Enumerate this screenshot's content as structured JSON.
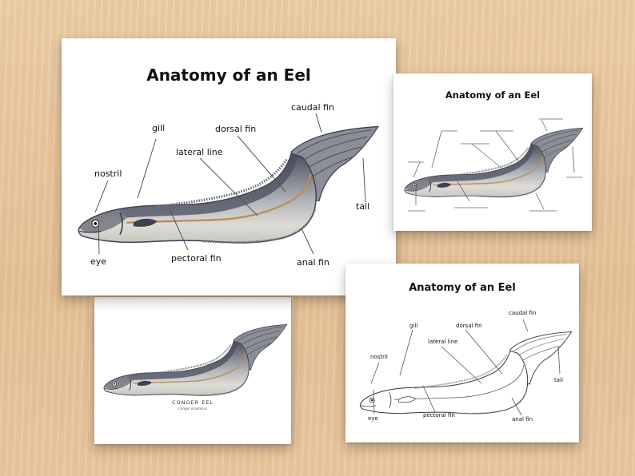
{
  "colors": {
    "background_wood": "#e9c79d",
    "card": "#ffffff",
    "eel_dark": "#3e4252",
    "eel_mid": "#9d9fa6",
    "eel_light": "#e4e2dc",
    "eel_tan": "#b98f58",
    "leader_line": "#555555",
    "text": "#111111"
  },
  "main_card": {
    "title": "Anatomy of an Eel",
    "labels": {
      "caudal_fin": "caudal fin",
      "gill": "gill",
      "dorsal_fin": "dorsal fin",
      "lateral_line": "lateral line",
      "nostril": "nostril",
      "tail": "tail",
      "eye": "eye",
      "pectoral_fin": "pectoral fin",
      "anal_fin": "anal fin"
    }
  },
  "blank_card": {
    "title": "Anatomy of an Eel"
  },
  "color_card": {
    "caption": "CONGER EEL",
    "subcaption": "Conger oceanicus"
  },
  "line_card": {
    "title": "Anatomy of an Eel",
    "labels": {
      "caudal_fin": "caudal fin",
      "gill": "gill",
      "dorsal_fin": "dorsal fin",
      "lateral_line": "lateral line",
      "nostril": "nostril",
      "tail": "tail",
      "eye": "eye",
      "pectoral_fin": "pectoral fin",
      "anal_fin": "anal fin"
    }
  }
}
